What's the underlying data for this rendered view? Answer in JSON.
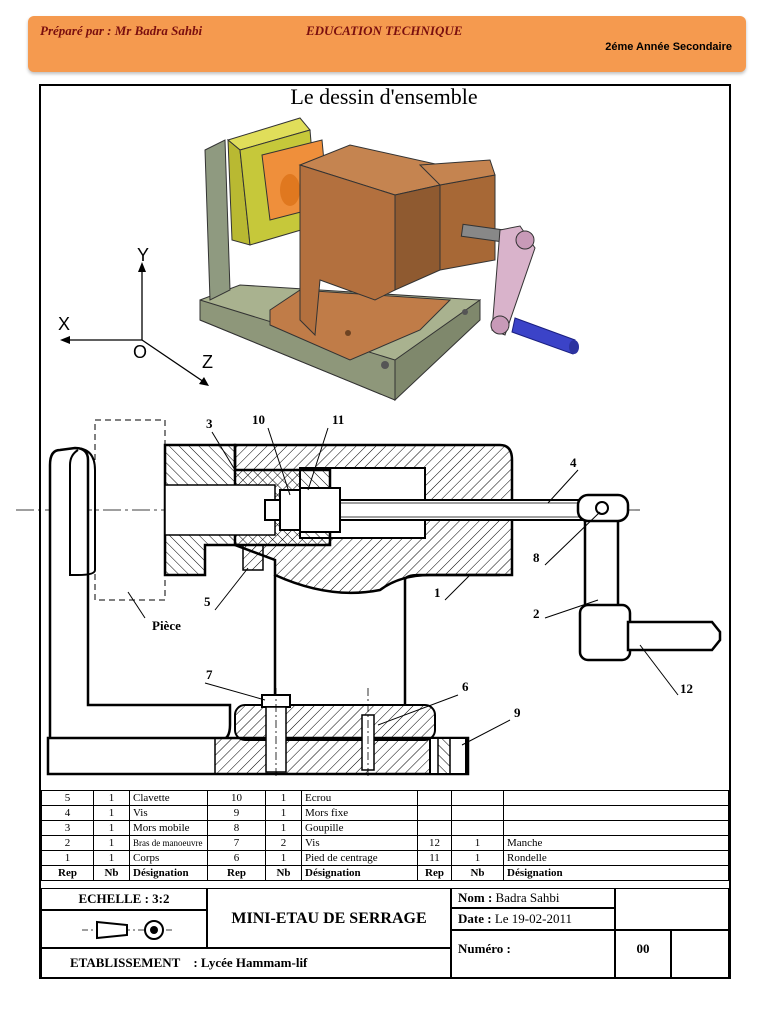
{
  "header": {
    "author": "Préparé par : Mr Badra Sahbi",
    "subject": "EDUCATION TECHNIQUE",
    "level": "2éme Année Secondaire"
  },
  "drawing": {
    "title": "Le dessin d'ensemble",
    "axes": {
      "x": "X",
      "y": "Y",
      "z": "Z",
      "origin": "O"
    },
    "callouts": [
      "1",
      "2",
      "3",
      "4",
      "5",
      "6",
      "7",
      "8",
      "9",
      "10",
      "11",
      "12"
    ],
    "piece_label": "Pièce"
  },
  "nomenclature": {
    "headers": [
      "Rep",
      "Nb",
      "Désignation",
      "Rep",
      "Nb",
      "Désignation",
      "Rep",
      "Nb",
      "Désignation"
    ],
    "rows": [
      [
        "5",
        "1",
        "Clavette",
        "10",
        "1",
        "Ecrou",
        "",
        "",
        ""
      ],
      [
        "4",
        "1",
        "Vis",
        "9",
        "1",
        "Mors fixe",
        "",
        "",
        ""
      ],
      [
        "3",
        "1",
        "Mors mobile",
        "8",
        "1",
        "Goupille",
        "",
        "",
        ""
      ],
      [
        "2",
        "1",
        "Bras de manoeuvre",
        "7",
        "2",
        "Vis",
        "12",
        "1",
        "Manche"
      ],
      [
        "1",
        "1",
        "Corps",
        "6",
        "1",
        "Pied de centrage",
        "11",
        "1",
        "Rondelle"
      ]
    ]
  },
  "cartouche": {
    "scale": "ECHELLE : 3:2",
    "title": "MINI-ETAU DE SERRAGE",
    "name_label": "Nom :",
    "name_value": "Badra Sahbi",
    "date_label": "Date :",
    "date_value": "Le 19-02-2011",
    "number_label": "Numéro :",
    "number_value": "00",
    "establishment_label": "ETABLISSEMENT",
    "establishment_value": ": Lycée Hammam-lif"
  },
  "colors": {
    "banner": "#f59a4f",
    "banner_text": "#7a0f0f",
    "body_brown": "#b3703e",
    "jaw_yellow": "#c6c83a",
    "plate_orange": "#ef8f3b",
    "base_grey": "#a9b28f",
    "handle_pink": "#d9b3cb",
    "grip_blue": "#3b43c8"
  }
}
